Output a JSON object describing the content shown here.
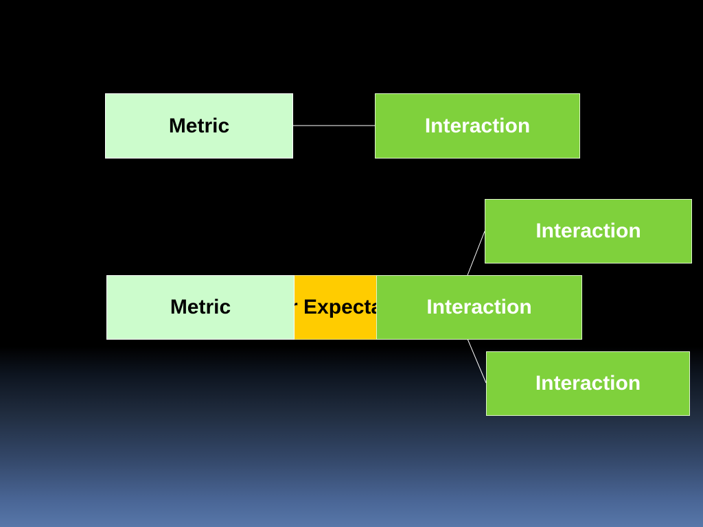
{
  "diagram": {
    "top_row": {
      "metric_label": "Metric",
      "interaction_label": "Interaction"
    },
    "bottom_row": {
      "expectation_label": "User Expectation",
      "metric_label": "Metric",
      "interaction_upper_label": "Interaction",
      "interaction_middle_label": "Interaction",
      "interaction_lower_label": "Interaction"
    },
    "colors": {
      "metric_fill": "#ccfccc",
      "interaction_fill": "#7fd13c",
      "expectation_fill": "#ffcc00",
      "connector": "#ffffff"
    }
  }
}
